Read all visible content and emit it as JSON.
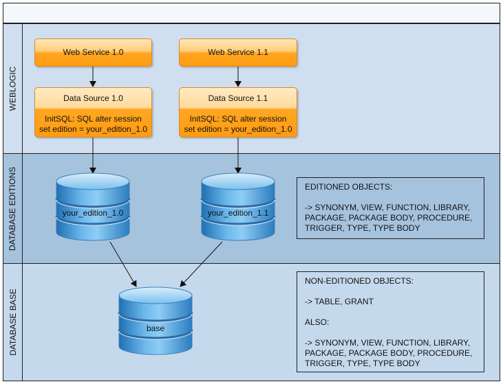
{
  "lanes": {
    "weblogic": "WEBLOGIC",
    "editions": "DATABASE EDITIONS",
    "base": "DATABASE BASE"
  },
  "web_services": [
    {
      "label": "Web Service 1.0"
    },
    {
      "label": "Web Service 1.1"
    }
  ],
  "data_sources": [
    {
      "title": "Data Source 1.0",
      "init_line1": "InitSQL: SQL alter session",
      "init_line2": "set edition = your_edition_1.0"
    },
    {
      "title": "Data Source 1.1",
      "init_line1": "InitSQL: SQL alter session",
      "init_line2": "set edition = your_edition_1.0"
    }
  ],
  "databases": {
    "edition_a": "your_edition_1.0",
    "edition_b": "your_edition_1.1",
    "base": "base"
  },
  "notes": {
    "editioned": {
      "heading": "EDITIONED OBJECTS:",
      "line1": "-> SYNONYM, VIEW, FUNCTION, LIBRARY,",
      "line2": "PACKAGE, PACKAGE BODY, PROCEDURE,",
      "line3": "TRIGGER, TYPE, TYPE BODY"
    },
    "non_editioned": {
      "heading": "NON-EDITIONED OBJECTS:",
      "objects": "-> TABLE, GRANT",
      "also": "ALSO:",
      "line1": "-> SYNONYM, VIEW, FUNCTION, LIBRARY,",
      "line2": "PACKAGE, PACKAGE BODY, PROCEDURE,",
      "line3": "TRIGGER, TYPE, TYPE BODY"
    }
  },
  "colors": {
    "lane_weblogic": "#cfdfef",
    "lane_editions": "#a6c3dd",
    "lane_base": "#c5d9ec",
    "service_box": "#ffa521",
    "database": "#3d93d3"
  }
}
